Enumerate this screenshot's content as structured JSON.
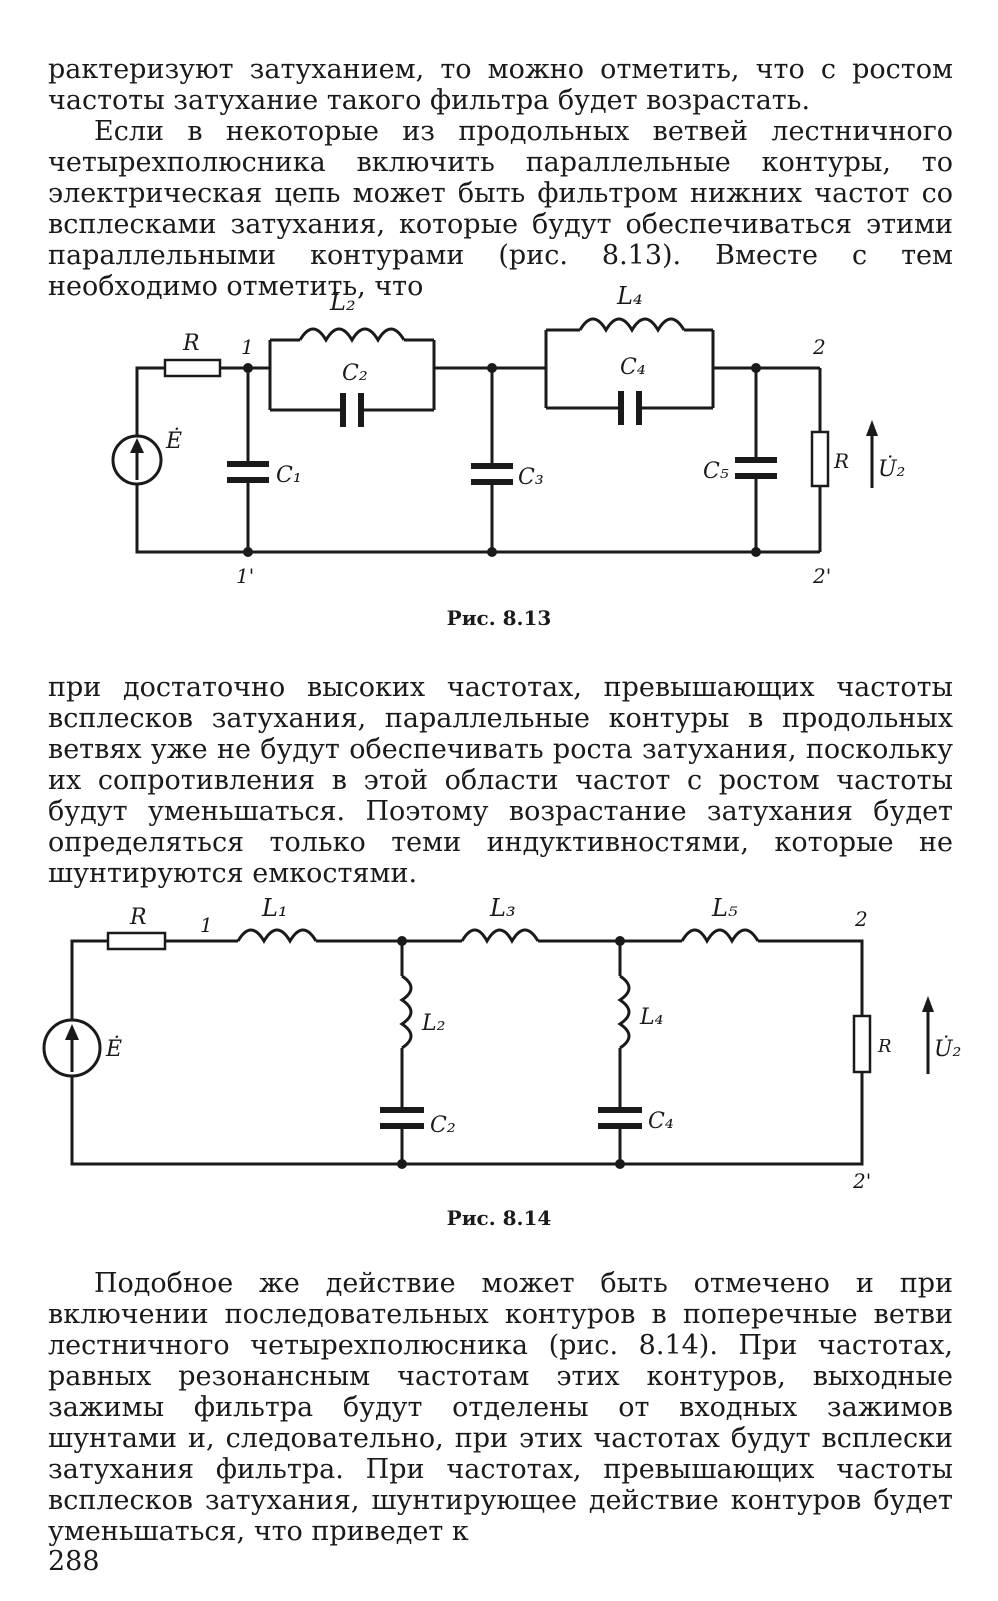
{
  "page": {
    "para_1": "рактеризуют затуханием, то можно отметить, что с ростом частоты затухание такого фильтра будет возрастать.",
    "para_2": "Если в некоторые из продольных ветвей лестничного четырехполюсника включить параллельные контуры, то электрическая цепь может быть фильтром нижних частот со всплесками затухания, которые будут обеспечиваться этими параллельными контурами (рис. 8.13). Вместе с тем необходимо отметить, что",
    "para_3": "при достаточно высоких частотах, превышающих частоты всплесков затухания, параллельные контуры в продольных ветвях уже не будут обеспечивать роста затухания, поскольку их сопротивления в этой области частот с ростом частоты будут уменьшаться. Поэтому возрастание затухания будет определяться только теми индуктивностями, которые не шунтируются емкостями.",
    "para_4": "Подобное же действие может быть отмечено и при включении последовательных контуров в поперечные ветви лестничного четырехполюсника (рис. 8.14). При частотах, равных резонансным частотам этих контуров, выходные зажимы фильтра будут отделены от входных зажимов шунтами и, следовательно, при этих частотах будут всплески затухания фильтра. При частотах, превышающих частоты всплесков затухания, шунтирующее действие контуров будет уменьшаться, что приведет к",
    "page_number": "288"
  },
  "figure_8_13": {
    "caption": "Рис. 8.13",
    "labels": {
      "R_in": "R",
      "node_1": "1",
      "node_1p": "1'",
      "node_2": "2",
      "node_2p": "2'",
      "L2": "L₂",
      "C2": "C₂",
      "L4": "L₄",
      "C4": "C₄",
      "C1": "C₁",
      "C3": "C₃",
      "C5": "C₅",
      "R_load": "R",
      "source": "Ė",
      "output": "U̇₂"
    }
  },
  "figure_8_14": {
    "caption": "Рис. 8.14",
    "labels": {
      "R_in": "R",
      "node_1": "1",
      "node_2": "2",
      "node_2p": "2'",
      "L1": "L₁",
      "L3": "L₃",
      "L5": "L₅",
      "L2": "L₂",
      "L4": "L₄",
      "C2": "C₂",
      "C4": "C₄",
      "R_load": "R",
      "source": "Ė",
      "output": "U̇₂"
    }
  }
}
